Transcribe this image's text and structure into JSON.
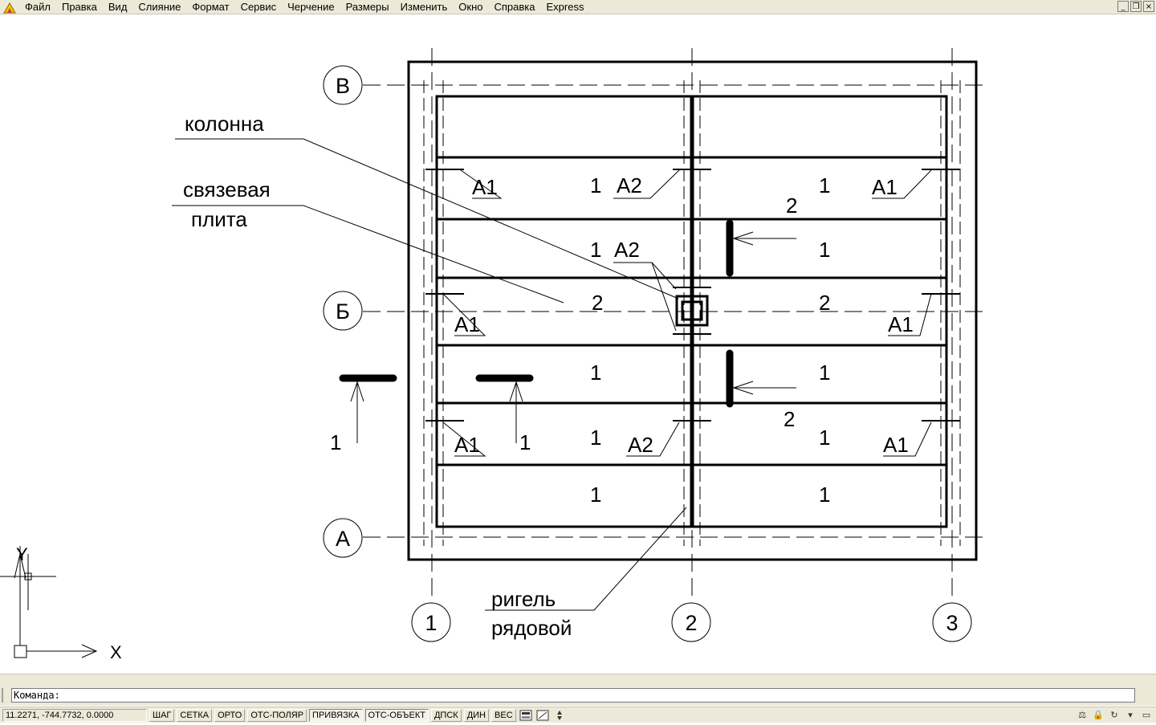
{
  "menu": {
    "items": [
      "Файл",
      "Правка",
      "Вид",
      "Слияние",
      "Формат",
      "Сервис",
      "Черчение",
      "Размеры",
      "Изменить",
      "Окно",
      "Справка",
      "Express"
    ],
    "app_icon": "autocad-icon",
    "window_controls": [
      "minimize-icon",
      "restore-icon",
      "close-icon"
    ]
  },
  "drawing": {
    "grid_rows": [
      "В",
      "Б",
      "А"
    ],
    "grid_columns": [
      "1",
      "2",
      "3"
    ],
    "labels": {
      "kolonna": "колонна",
      "svyazevaya": "связевая",
      "plita": "плита",
      "rigel": "ригель",
      "ryadovoy": "рядовой"
    },
    "marks": {
      "a1": "А1",
      "a2": "А2",
      "one": "1",
      "two": "2"
    },
    "ucs": {
      "y_label": "Y",
      "x_label": "X"
    }
  },
  "command": {
    "prompt": "Команда:"
  },
  "status": {
    "coords": "11.2271, -744.7732, 0.0000",
    "buttons": [
      {
        "label": "ШАГ",
        "on": false
      },
      {
        "label": "СЕТКА",
        "on": false
      },
      {
        "label": "ОРТО",
        "on": false
      },
      {
        "label": "ОТС-ПОЛЯР",
        "on": false
      },
      {
        "label": "ПРИВЯЗКА",
        "on": true
      },
      {
        "label": "ОТС-ОБЪЕКТ",
        "on": true
      },
      {
        "label": "ДПСК",
        "on": false
      },
      {
        "label": "ДИН",
        "on": false
      },
      {
        "label": "ВЕС",
        "on": false
      }
    ],
    "icons": [
      "model-icon",
      "layout-icon",
      "scroll-icon"
    ],
    "tray_icons": [
      "annotation-scale-icon",
      "lock-icon",
      "sync-icon",
      "arrow-down-icon",
      "clean-screen-icon"
    ]
  },
  "colors": {
    "chrome": "#ece9d8",
    "ink": "#000000",
    "paper": "#ffffff"
  }
}
